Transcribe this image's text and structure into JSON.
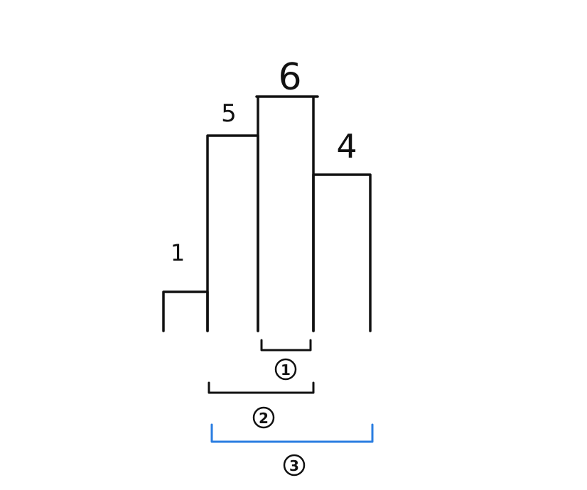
{
  "chart_data": {
    "type": "bar",
    "categories": [
      "",
      "",
      "",
      ""
    ],
    "values": [
      1,
      5,
      6,
      4
    ],
    "bar_labels": [
      "1",
      "5",
      "6",
      "4"
    ],
    "title": "",
    "xlabel": "",
    "ylabel": ""
  },
  "brackets": [
    {
      "label": "1",
      "color": "#111111"
    },
    {
      "label": "2",
      "color": "#111111"
    },
    {
      "label": "3",
      "color": "#2a7de1"
    }
  ],
  "colors": {
    "ink": "#111111",
    "highlight": "#2a7de1",
    "background": "#ffffff"
  }
}
